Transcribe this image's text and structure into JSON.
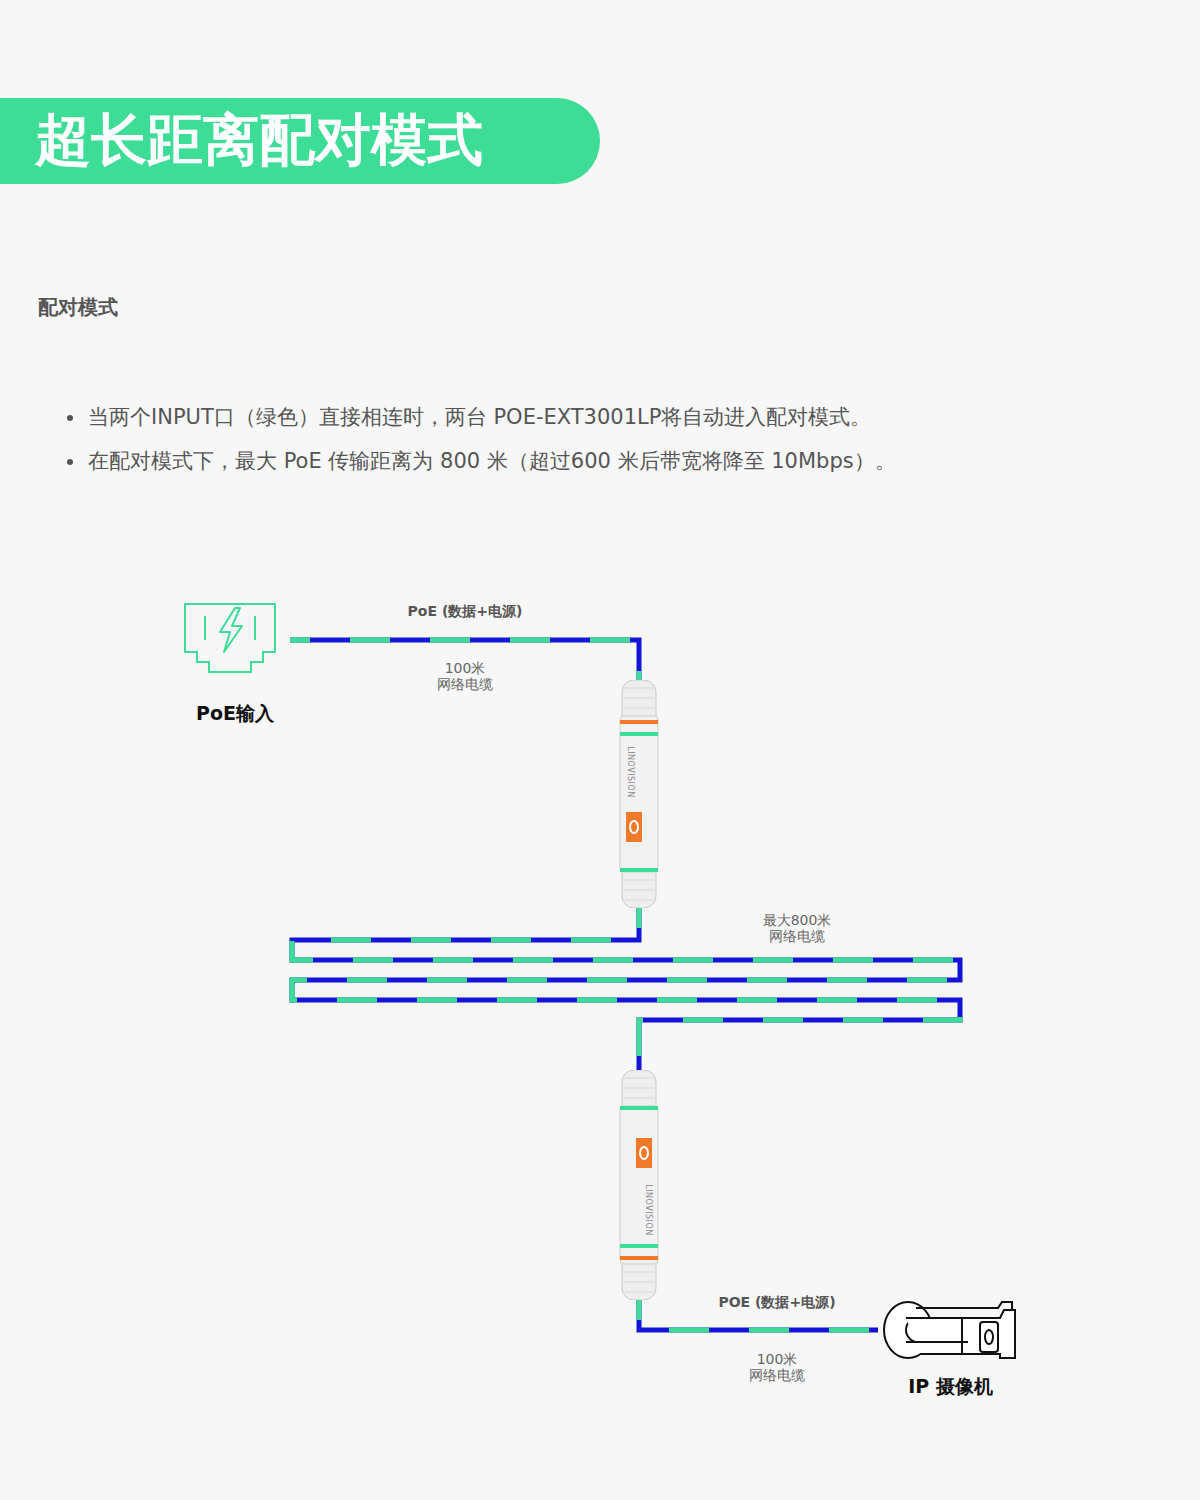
{
  "diagram": {
    "title": "超长距离配对模式",
    "nodes": [
      {
        "text": [
          "PoE输入"
        ]
      },
      {
        "text": [
          "LINOVISION"
        ]
      },
      {
        "text": [
          "LINOVISION"
        ]
      },
      {
        "text": [
          "IP 摄像机"
        ]
      }
    ],
    "edges": [
      {
        "from": 0,
        "to": 1,
        "arrow": "none",
        "label": "PoE (数据+电源)"
      },
      {
        "from": 1,
        "to": 2,
        "arrow": "none",
        "label": "最大800米 网络电缆"
      },
      {
        "from": 2,
        "to": 3,
        "arrow": "none",
        "label": "POE (数据+电源)"
      }
    ],
    "labels": [
      "配对模式",
      "当两个INPUT口（绿色）直接相连时，两台 POE-EXT3001LP将自动进入配对模式。",
      "在配对模式下，最大 PoE 传输距离为 800 米（超过600 米后带宽将降至 10Mbps）。",
      "100米 网络电缆",
      "100米 网络电缆"
    ]
  }
}
